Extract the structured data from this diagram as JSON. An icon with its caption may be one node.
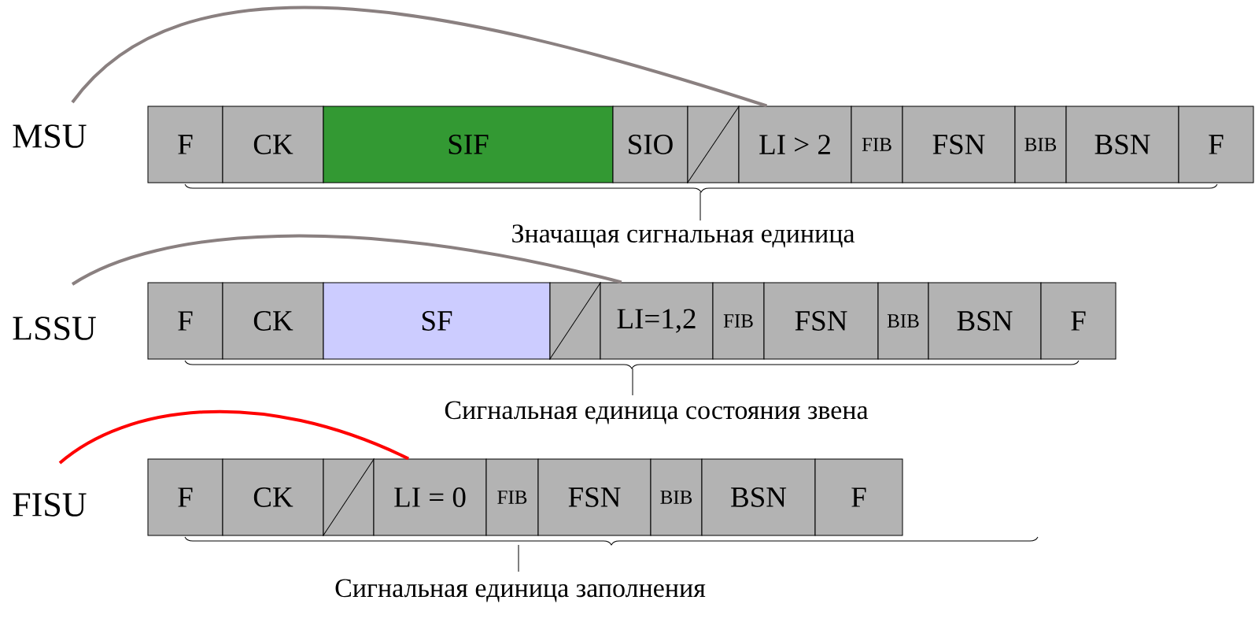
{
  "diagram": {
    "nodes": [
      {
        "text": [
          "F"
        ]
      },
      {
        "text": [
          "CK"
        ]
      },
      {
        "text": [
          "SIF"
        ]
      },
      {
        "text": [
          "SIO"
        ]
      },
      {
        "text": [],
        "shape": "box"
      },
      {
        "text": [
          "LI > 2"
        ]
      },
      {
        "text": [
          "FIB"
        ]
      },
      {
        "text": [
          "FSN"
        ]
      },
      {
        "text": [
          "BIB"
        ]
      },
      {
        "text": [
          "BSN"
        ]
      },
      {
        "text": [
          "F"
        ]
      },
      {
        "text": [
          "F"
        ]
      },
      {
        "text": [
          "CK"
        ]
      },
      {
        "text": [
          "SF"
        ]
      },
      {
        "text": [],
        "shape": "box"
      },
      {
        "text": [
          "LI=1,2"
        ]
      },
      {
        "text": [
          "FIB"
        ]
      },
      {
        "text": [
          "FSN"
        ]
      },
      {
        "text": [
          "BIB"
        ]
      },
      {
        "text": [
          "BSN"
        ]
      },
      {
        "text": [
          "F"
        ]
      },
      {
        "text": [
          "F"
        ]
      },
      {
        "text": [
          "CK"
        ]
      },
      {
        "text": [],
        "shape": "box"
      },
      {
        "text": [
          "LI = 0"
        ]
      },
      {
        "text": [
          "FIB"
        ]
      },
      {
        "text": [
          "FSN"
        ]
      },
      {
        "text": [
          "BIB"
        ]
      },
      {
        "text": [
          "BSN"
        ]
      },
      {
        "text": [
          "F"
        ]
      }
    ],
    "edges": [
      {
        "from": null,
        "to": 5,
        "arrow": "none"
      },
      {
        "from": null,
        "to": 15,
        "arrow": "none"
      },
      {
        "from": null,
        "to": 24,
        "arrow": "none",
        "color": "#ff0000"
      }
    ],
    "labels": [
      "MSU",
      "Значащая сигнальная единица",
      "LSSU",
      "Сигнальная единица состояния звена",
      "FISU",
      "Сигнальная единица заполнения"
    ]
  }
}
